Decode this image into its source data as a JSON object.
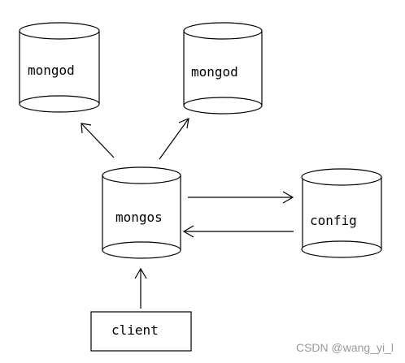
{
  "diagram": {
    "nodes": {
      "mongod_left": {
        "label": "mongod",
        "shape": "cylinder"
      },
      "mongod_right": {
        "label": "mongod",
        "shape": "cylinder"
      },
      "mongos": {
        "label": "mongos",
        "shape": "cylinder"
      },
      "config": {
        "label": "config",
        "shape": "cylinder"
      },
      "client": {
        "label": "client",
        "shape": "rectangle"
      }
    },
    "edges": [
      {
        "from": "mongos",
        "to": "mongod_left"
      },
      {
        "from": "mongos",
        "to": "mongod_right"
      },
      {
        "from": "mongos",
        "to": "config"
      },
      {
        "from": "config",
        "to": "mongos"
      },
      {
        "from": "client",
        "to": "mongos"
      }
    ]
  },
  "watermark": "CSDN @wang_yi_l"
}
